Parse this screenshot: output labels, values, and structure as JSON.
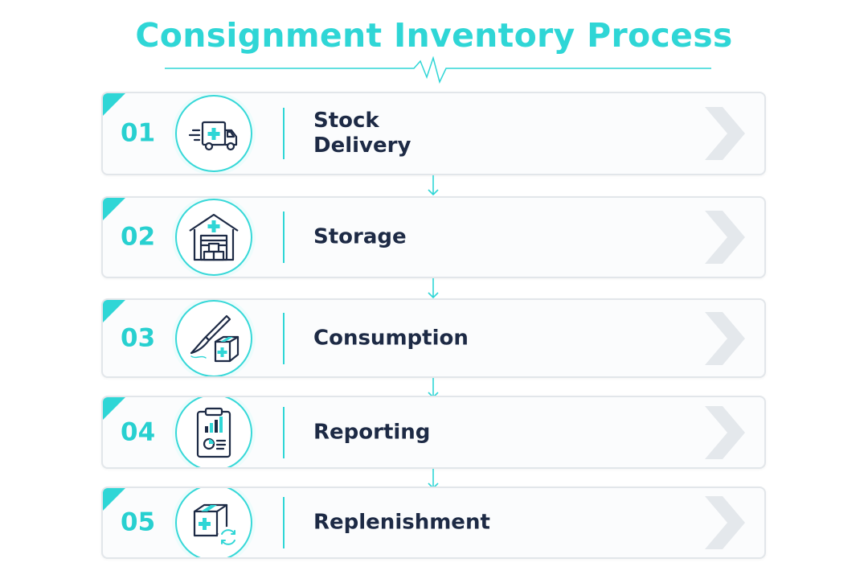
{
  "title": "Consignment Inventory Process",
  "colors": {
    "accent": "#2fd6d6",
    "title": "#2fd6d6",
    "number": "#28d0d0",
    "text": "#1d2a45",
    "icon_stroke": "#1d2a45",
    "card_border": "#e2e6ea",
    "chevron": "#e4e8ec",
    "divider": "#2fd6d6"
  },
  "steps": [
    {
      "number": "01",
      "label_lines": [
        "Stock",
        "Delivery"
      ],
      "icon": "delivery-truck-icon"
    },
    {
      "number": "02",
      "label_lines": [
        "Storage"
      ],
      "icon": "warehouse-icon"
    },
    {
      "number": "03",
      "label_lines": [
        "Consumption"
      ],
      "icon": "scalpel-box-icon"
    },
    {
      "number": "04",
      "label_lines": [
        "Reporting"
      ],
      "icon": "clipboard-report-icon"
    },
    {
      "number": "05",
      "label_lines": [
        "Replenishment"
      ],
      "icon": "box-refresh-icon"
    }
  ]
}
